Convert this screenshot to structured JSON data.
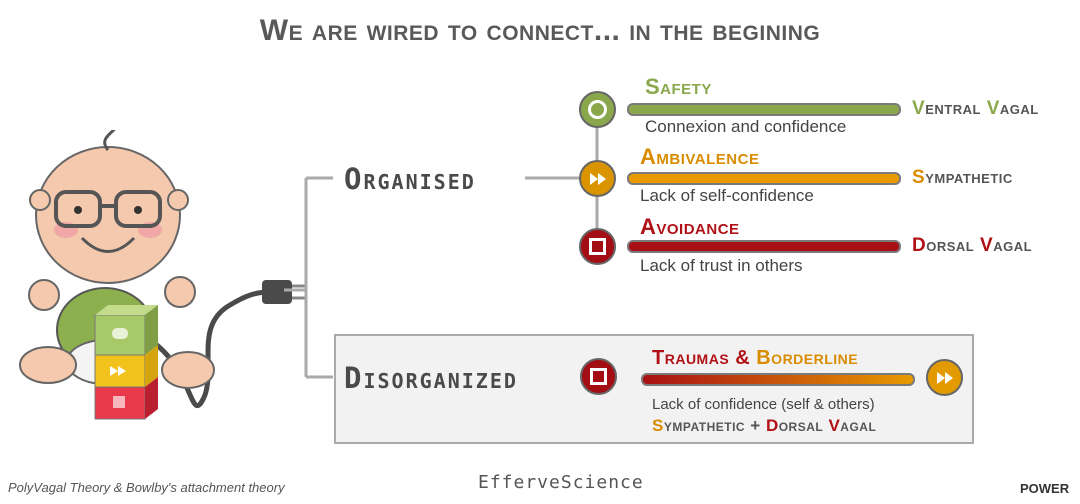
{
  "title": "We are wired to connect... in the begining",
  "branches": {
    "organised": "Organised",
    "disorganized": "Disorganized"
  },
  "organised_items": [
    {
      "label": "Safety",
      "description": "Connexion and confidence",
      "state": "Ventral Vagal",
      "color": "#8aa84b",
      "icon": "circle-icon"
    },
    {
      "label": "Ambivalence",
      "description": "Lack of self-confidence",
      "state": "Sympathetic",
      "color": "#e09400",
      "icon": "fast-forward-icon"
    },
    {
      "label": "Avoidance",
      "description": "Lack of trust in others",
      "state": "Dorsal Vagal",
      "color": "#a80f14",
      "icon": "stop-icon"
    }
  ],
  "disorganized_item": {
    "label_a": "Traumas &",
    "label_b": "Borderline",
    "description": "Lack of confidence (self & others)",
    "state_a": "Sympathetic +",
    "state_b": "Dorsal Vagal",
    "icon_left": "stop-icon",
    "icon_right": "fast-forward-icon"
  },
  "footer": {
    "left": "PolyVagal Theory & Bowlby's attachment theory",
    "middle": "EfferveScience",
    "right": "POWER"
  }
}
